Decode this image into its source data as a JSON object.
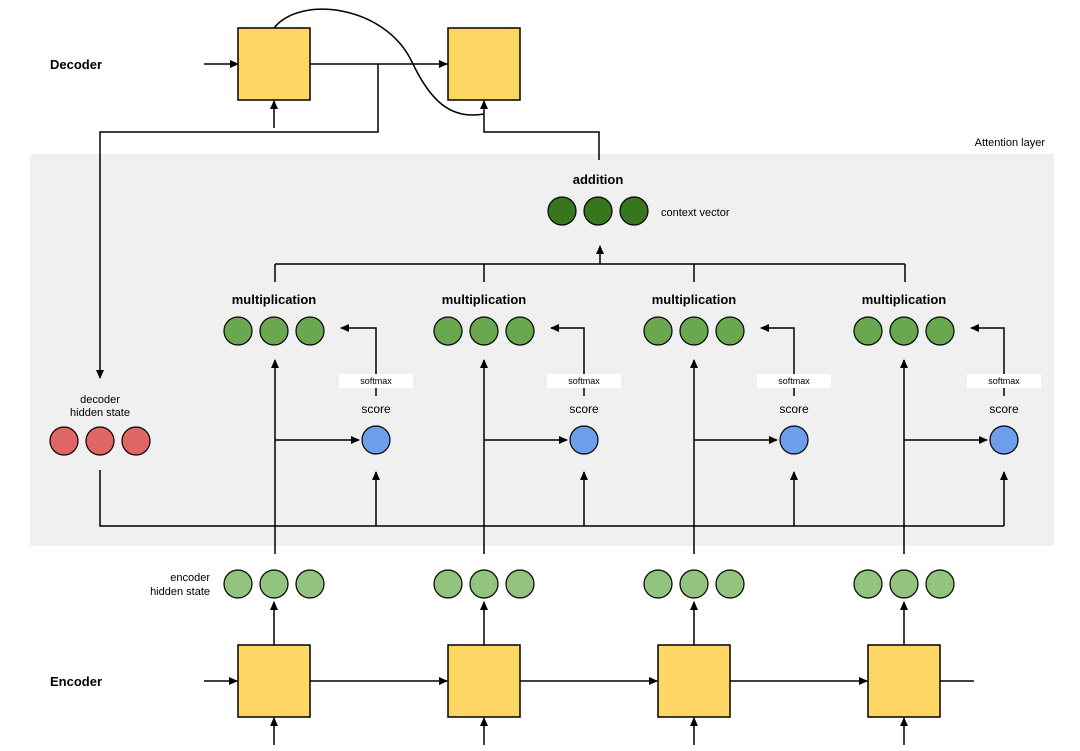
{
  "labels": {
    "decoder": "Decoder",
    "encoder": "Encoder",
    "attention_layer": "Attention layer",
    "addition": "addition",
    "context_vector": "context vector",
    "decoder_hidden_state_line1": "decoder",
    "decoder_hidden_state_line2": "hidden state",
    "encoder_hidden_state_line1": "encoder",
    "encoder_hidden_state_line2": "hidden state",
    "multiplication": "multiplication",
    "softmax": "softmax",
    "score": "score"
  },
  "colors": {
    "rnn_cell": "#FDD663",
    "context_vector": "#38761D",
    "multiplication_vector": "#6AA84F",
    "encoder_hidden": "#93C47D",
    "decoder_hidden": "#E06666",
    "score": "#6D9EEB",
    "attention_panel": "#F0F0F0"
  }
}
